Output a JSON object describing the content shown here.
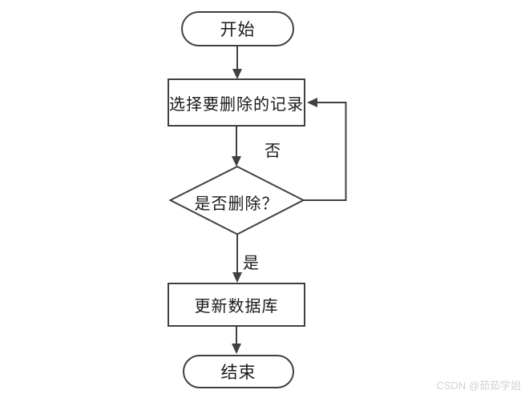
{
  "flowchart": {
    "nodes": {
      "start": {
        "type": "terminator",
        "label": "开始"
      },
      "select_record": {
        "type": "process",
        "label": "选择要删除的记录"
      },
      "confirm_delete": {
        "type": "decision",
        "label": "是否删除？"
      },
      "update_db": {
        "type": "process",
        "label": "更新数据库"
      },
      "end": {
        "type": "terminator",
        "label": "结束"
      }
    },
    "edges": [
      {
        "from": "start",
        "to": "select_record",
        "label": ""
      },
      {
        "from": "select_record",
        "to": "confirm_delete",
        "label": ""
      },
      {
        "from": "confirm_delete",
        "to": "select_record",
        "label": "否"
      },
      {
        "from": "confirm_delete",
        "to": "update_db",
        "label": "是"
      },
      {
        "from": "update_db",
        "to": "end",
        "label": ""
      }
    ],
    "edge_labels": {
      "no": "否",
      "yes": "是"
    }
  },
  "watermark": {
    "text": "CSDN @茹茹学姐"
  },
  "colors": {
    "stroke": "#404040",
    "text": "#1a1a1a",
    "watermark": "#d2d2d2",
    "background": "#ffffff"
  }
}
